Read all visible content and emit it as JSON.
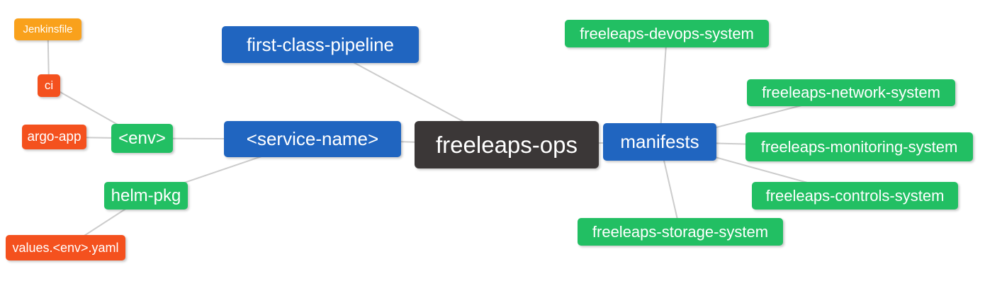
{
  "diagram": {
    "type": "mindmap",
    "root_label": "freeleaps-ops",
    "colors": {
      "root": "#3B3737",
      "branch": "#2065C0",
      "leaf_green": "#22BF63",
      "leaf_orange": "#F9A11C",
      "leaf_red": "#F4511E",
      "edge": "#CCCCCC",
      "text": "#FFFFFF",
      "background": "#FFFFFF"
    },
    "nodes": [
      {
        "id": "jenkinsfile",
        "label": "Jenkinsfile",
        "color_key": "leaf_orange"
      },
      {
        "id": "ci",
        "label": "ci",
        "color_key": "leaf_red"
      },
      {
        "id": "argo-app",
        "label": "argo-app",
        "color_key": "leaf_red"
      },
      {
        "id": "env",
        "label": "<env>",
        "color_key": "leaf_green"
      },
      {
        "id": "helm-pkg",
        "label": "helm-pkg",
        "color_key": "leaf_green"
      },
      {
        "id": "values-env-yaml",
        "label": "values.<env>.yaml",
        "color_key": "leaf_red"
      },
      {
        "id": "first-class-pipeline",
        "label": "first-class-pipeline",
        "color_key": "branch"
      },
      {
        "id": "service-name",
        "label": "<service-name>",
        "color_key": "branch"
      },
      {
        "id": "freeleaps-ops",
        "label": "freeleaps-ops",
        "color_key": "root"
      },
      {
        "id": "manifests",
        "label": "manifests",
        "color_key": "branch"
      },
      {
        "id": "devops",
        "label": "freeleaps-devops-system",
        "color_key": "leaf_green"
      },
      {
        "id": "network",
        "label": "freeleaps-network-system",
        "color_key": "leaf_green"
      },
      {
        "id": "monitoring",
        "label": "freeleaps-monitoring-system",
        "color_key": "leaf_green"
      },
      {
        "id": "controls",
        "label": "freeleaps-controls-system",
        "color_key": "leaf_green"
      },
      {
        "id": "storage",
        "label": "freeleaps-storage-system",
        "color_key": "leaf_green"
      }
    ],
    "edges": [
      {
        "from": "jenkinsfile",
        "to": "ci"
      },
      {
        "from": "ci",
        "to": "env"
      },
      {
        "from": "argo-app",
        "to": "env"
      },
      {
        "from": "env",
        "to": "service-name"
      },
      {
        "from": "helm-pkg",
        "to": "service-name"
      },
      {
        "from": "values-env-yaml",
        "to": "helm-pkg"
      },
      {
        "from": "first-class-pipeline",
        "to": "freeleaps-ops"
      },
      {
        "from": "service-name",
        "to": "freeleaps-ops"
      },
      {
        "from": "freeleaps-ops",
        "to": "manifests"
      },
      {
        "from": "manifests",
        "to": "devops"
      },
      {
        "from": "manifests",
        "to": "network"
      },
      {
        "from": "manifests",
        "to": "monitoring"
      },
      {
        "from": "manifests",
        "to": "controls"
      },
      {
        "from": "manifests",
        "to": "storage"
      }
    ]
  }
}
